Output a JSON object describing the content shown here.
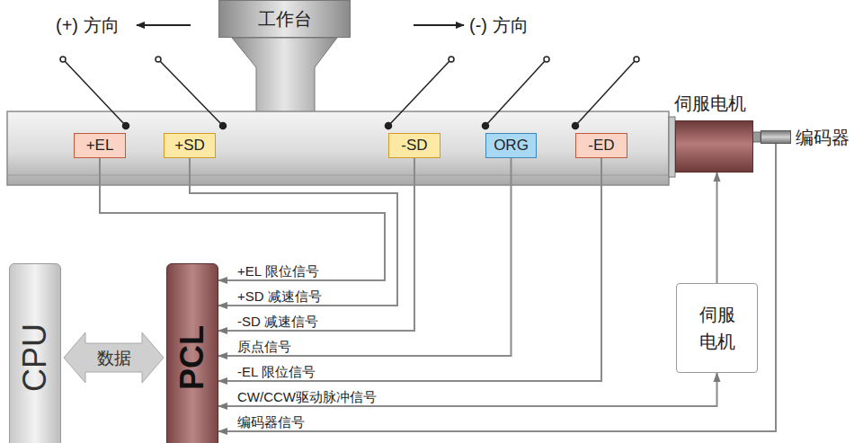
{
  "diagram": {
    "nodes": [
      {
        "text": [
          "工作台"
        ]
      },
      {
        "text": [
          "+EL"
        ]
      },
      {
        "text": [
          "+SD"
        ]
      },
      {
        "text": [
          "-SD"
        ]
      },
      {
        "text": [
          "ORG"
        ]
      },
      {
        "text": [
          "-ED"
        ]
      },
      {
        "text": [
          "伺服电机"
        ]
      },
      {
        "text": [
          "编码器"
        ]
      },
      {
        "text": [
          "CPU"
        ]
      },
      {
        "text": [
          "PCL"
        ]
      },
      {
        "text": [
          "伺服 电机"
        ]
      }
    ],
    "edges": [
      {
        "from": 1,
        "to": 9,
        "label": "+EL 限位信号",
        "arrow": "to"
      },
      {
        "from": 2,
        "to": 9,
        "label": "+SD 减速信号",
        "arrow": "to"
      },
      {
        "from": 3,
        "to": 9,
        "label": "-SD 减速信号",
        "arrow": "to"
      },
      {
        "from": 4,
        "to": 9,
        "label": "原点信号",
        "arrow": "to"
      },
      {
        "from": 5,
        "to": 9,
        "label": "-EL 限位信号",
        "arrow": "to"
      },
      {
        "from": 9,
        "to": 10,
        "label": "CW/CCW驱动脉冲信号",
        "arrow": "both"
      },
      {
        "from": 10,
        "to": 6,
        "arrow": "to"
      },
      {
        "from": 7,
        "to": 9,
        "label": "编码器信号",
        "arrow": "to"
      },
      {
        "from": 8,
        "to": 9,
        "label": "数据",
        "arrow": "both"
      }
    ],
    "labels": [
      "(+) 方向",
      "(-) 方向"
    ]
  }
}
